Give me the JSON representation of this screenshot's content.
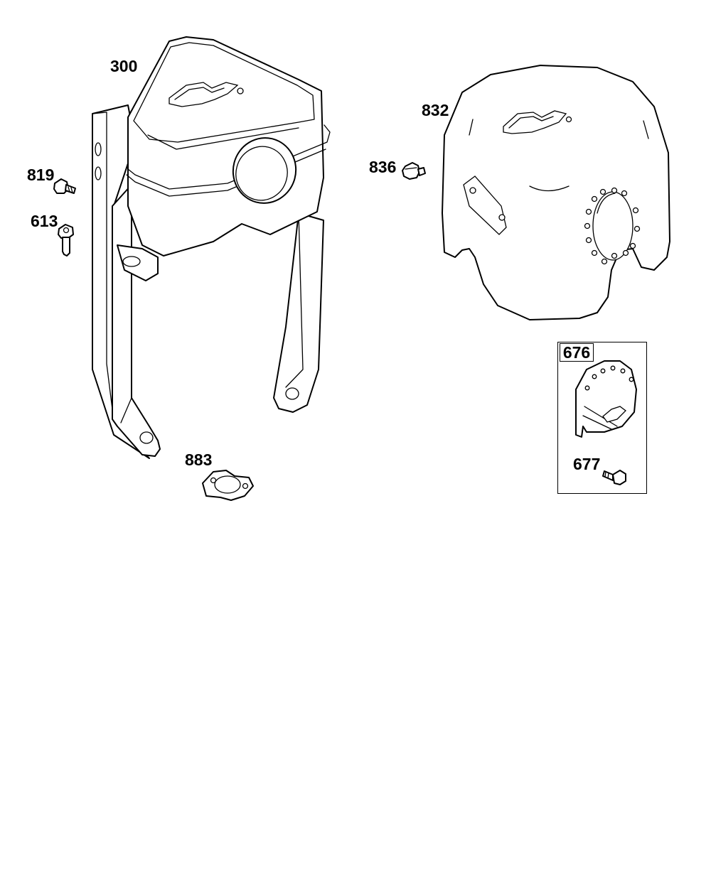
{
  "callouts": {
    "muffler": "300",
    "muffler_guard": "832",
    "screw_819": "819",
    "screw_613": "613",
    "screw_836": "836",
    "gasket": "883",
    "kit": "676",
    "screw_677": "677"
  }
}
